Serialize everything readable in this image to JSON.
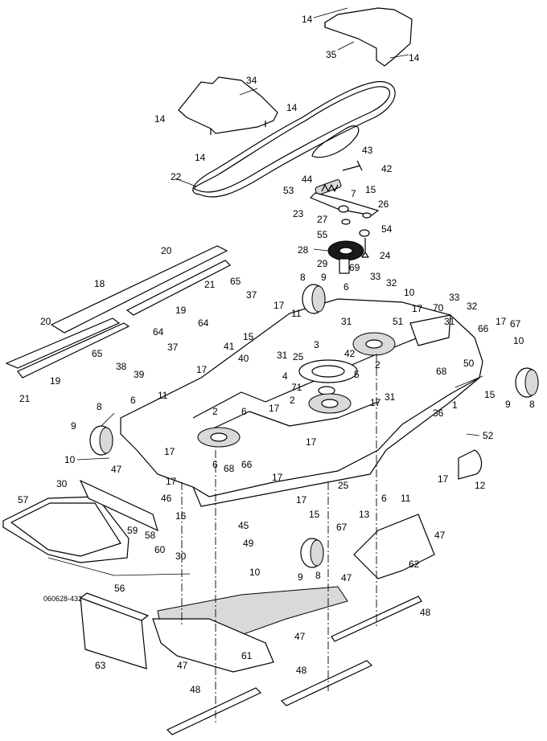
{
  "drawing_number": "060628-432",
  "callouts": [
    {
      "id": "c14a",
      "label": "14"
    },
    {
      "id": "c35",
      "label": "35"
    },
    {
      "id": "c14b",
      "label": "14"
    },
    {
      "id": "c34",
      "label": "34"
    },
    {
      "id": "c14c",
      "label": "14"
    },
    {
      "id": "c14d",
      "label": "14"
    },
    {
      "id": "c14e",
      "label": "14"
    },
    {
      "id": "c22",
      "label": "22"
    },
    {
      "id": "c43",
      "label": "43"
    },
    {
      "id": "c42a",
      "label": "42"
    },
    {
      "id": "c44",
      "label": "44"
    },
    {
      "id": "c53",
      "label": "53"
    },
    {
      "id": "c7",
      "label": "7"
    },
    {
      "id": "c15a",
      "label": "15"
    },
    {
      "id": "c26",
      "label": "26"
    },
    {
      "id": "c23",
      "label": "23"
    },
    {
      "id": "c27",
      "label": "27"
    },
    {
      "id": "c54",
      "label": "54"
    },
    {
      "id": "c55",
      "label": "55"
    },
    {
      "id": "c28",
      "label": "28"
    },
    {
      "id": "c24",
      "label": "24"
    },
    {
      "id": "c29",
      "label": "29"
    },
    {
      "id": "c69",
      "label": "69"
    },
    {
      "id": "c20a",
      "label": "20"
    },
    {
      "id": "c18",
      "label": "18"
    },
    {
      "id": "c21a",
      "label": "21"
    },
    {
      "id": "c19a",
      "label": "19"
    },
    {
      "id": "c65a",
      "label": "65"
    },
    {
      "id": "c37a",
      "label": "37"
    },
    {
      "id": "c8a",
      "label": "8"
    },
    {
      "id": "c9a",
      "label": "9"
    },
    {
      "id": "c6a",
      "label": "6"
    },
    {
      "id": "c33a",
      "label": "33"
    },
    {
      "id": "c32a",
      "label": "32"
    },
    {
      "id": "c10a",
      "label": "10"
    },
    {
      "id": "c20b",
      "label": "20"
    },
    {
      "id": "c64a",
      "label": "64"
    },
    {
      "id": "c64b",
      "label": "64"
    },
    {
      "id": "c17a",
      "label": "17"
    },
    {
      "id": "c11a",
      "label": "11"
    },
    {
      "id": "c31a",
      "label": "31"
    },
    {
      "id": "c17b",
      "label": "17"
    },
    {
      "id": "c70",
      "label": "70"
    },
    {
      "id": "c33b",
      "label": "33"
    },
    {
      "id": "c32b",
      "label": "32"
    },
    {
      "id": "c51",
      "label": "51"
    },
    {
      "id": "c15b",
      "label": "15"
    },
    {
      "id": "c65b",
      "label": "65"
    },
    {
      "id": "c38",
      "label": "38"
    },
    {
      "id": "c39",
      "label": "39"
    },
    {
      "id": "c37b",
      "label": "37"
    },
    {
      "id": "c41",
      "label": "41"
    },
    {
      "id": "c40",
      "label": "40"
    },
    {
      "id": "c31b",
      "label": "31"
    },
    {
      "id": "c3",
      "label": "3"
    },
    {
      "id": "c42b",
      "label": "42"
    },
    {
      "id": "c31c",
      "label": "31"
    },
    {
      "id": "c66a",
      "label": "66"
    },
    {
      "id": "c17c",
      "label": "17"
    },
    {
      "id": "c67a",
      "label": "67"
    },
    {
      "id": "c10b",
      "label": "10"
    },
    {
      "id": "c25a",
      "label": "25"
    },
    {
      "id": "c2a",
      "label": "2"
    },
    {
      "id": "c4",
      "label": "4"
    },
    {
      "id": "c5",
      "label": "5"
    },
    {
      "id": "c68a",
      "label": "68"
    },
    {
      "id": "c50",
      "label": "50"
    },
    {
      "id": "c21b",
      "label": "21"
    },
    {
      "id": "c19b",
      "label": "19"
    },
    {
      "id": "c17d",
      "label": "17"
    },
    {
      "id": "c71",
      "label": "71"
    },
    {
      "id": "c31d",
      "label": "31"
    },
    {
      "id": "c1",
      "label": "1"
    },
    {
      "id": "c15c",
      "label": "15"
    },
    {
      "id": "c9b",
      "label": "9"
    },
    {
      "id": "c8b",
      "label": "8"
    },
    {
      "id": "c6b",
      "label": "6"
    },
    {
      "id": "c11b",
      "label": "11"
    },
    {
      "id": "c2b",
      "label": "2"
    },
    {
      "id": "c17e",
      "label": "17"
    },
    {
      "id": "c2c",
      "label": "2"
    },
    {
      "id": "c6c",
      "label": "6"
    },
    {
      "id": "c17f",
      "label": "17"
    },
    {
      "id": "c8c",
      "label": "8"
    },
    {
      "id": "c9c",
      "label": "9"
    },
    {
      "id": "c36",
      "label": "36"
    },
    {
      "id": "c17g",
      "label": "17"
    },
    {
      "id": "c52",
      "label": "52"
    },
    {
      "id": "c10c",
      "label": "10"
    },
    {
      "id": "c47a",
      "label": "47"
    },
    {
      "id": "c17h",
      "label": "17"
    },
    {
      "id": "c6d",
      "label": "6"
    },
    {
      "id": "c68b",
      "label": "68"
    },
    {
      "id": "c66b",
      "label": "66"
    },
    {
      "id": "c17i",
      "label": "17"
    },
    {
      "id": "c25b",
      "label": "25"
    },
    {
      "id": "c6e",
      "label": "6"
    },
    {
      "id": "c11c",
      "label": "11"
    },
    {
      "id": "c17j",
      "label": "17"
    },
    {
      "id": "c12",
      "label": "12"
    },
    {
      "id": "c30a",
      "label": "30"
    },
    {
      "id": "c17k",
      "label": "17"
    },
    {
      "id": "c46",
      "label": "46"
    },
    {
      "id": "c57",
      "label": "57"
    },
    {
      "id": "c16",
      "label": "16"
    },
    {
      "id": "c59",
      "label": "59"
    },
    {
      "id": "c58",
      "label": "58"
    },
    {
      "id": "c45",
      "label": "45"
    },
    {
      "id": "c17l",
      "label": "17"
    },
    {
      "id": "c15d",
      "label": "15"
    },
    {
      "id": "c13",
      "label": "13"
    },
    {
      "id": "c67b",
      "label": "67"
    },
    {
      "id": "c49",
      "label": "49"
    },
    {
      "id": "c60",
      "label": "60"
    },
    {
      "id": "c47b",
      "label": "47"
    },
    {
      "id": "c30b",
      "label": "30"
    },
    {
      "id": "c10d",
      "label": "10"
    },
    {
      "id": "c9d",
      "label": "9"
    },
    {
      "id": "c8d",
      "label": "8"
    },
    {
      "id": "c62",
      "label": "62"
    },
    {
      "id": "c47c",
      "label": "47"
    },
    {
      "id": "c56",
      "label": "56"
    },
    {
      "id": "c48a",
      "label": "48"
    },
    {
      "id": "c63",
      "label": "63"
    },
    {
      "id": "c47d",
      "label": "47"
    },
    {
      "id": "c47e",
      "label": "47"
    },
    {
      "id": "c61",
      "label": "61"
    },
    {
      "id": "c48b",
      "label": "48"
    },
    {
      "id": "c48c",
      "label": "48"
    }
  ]
}
